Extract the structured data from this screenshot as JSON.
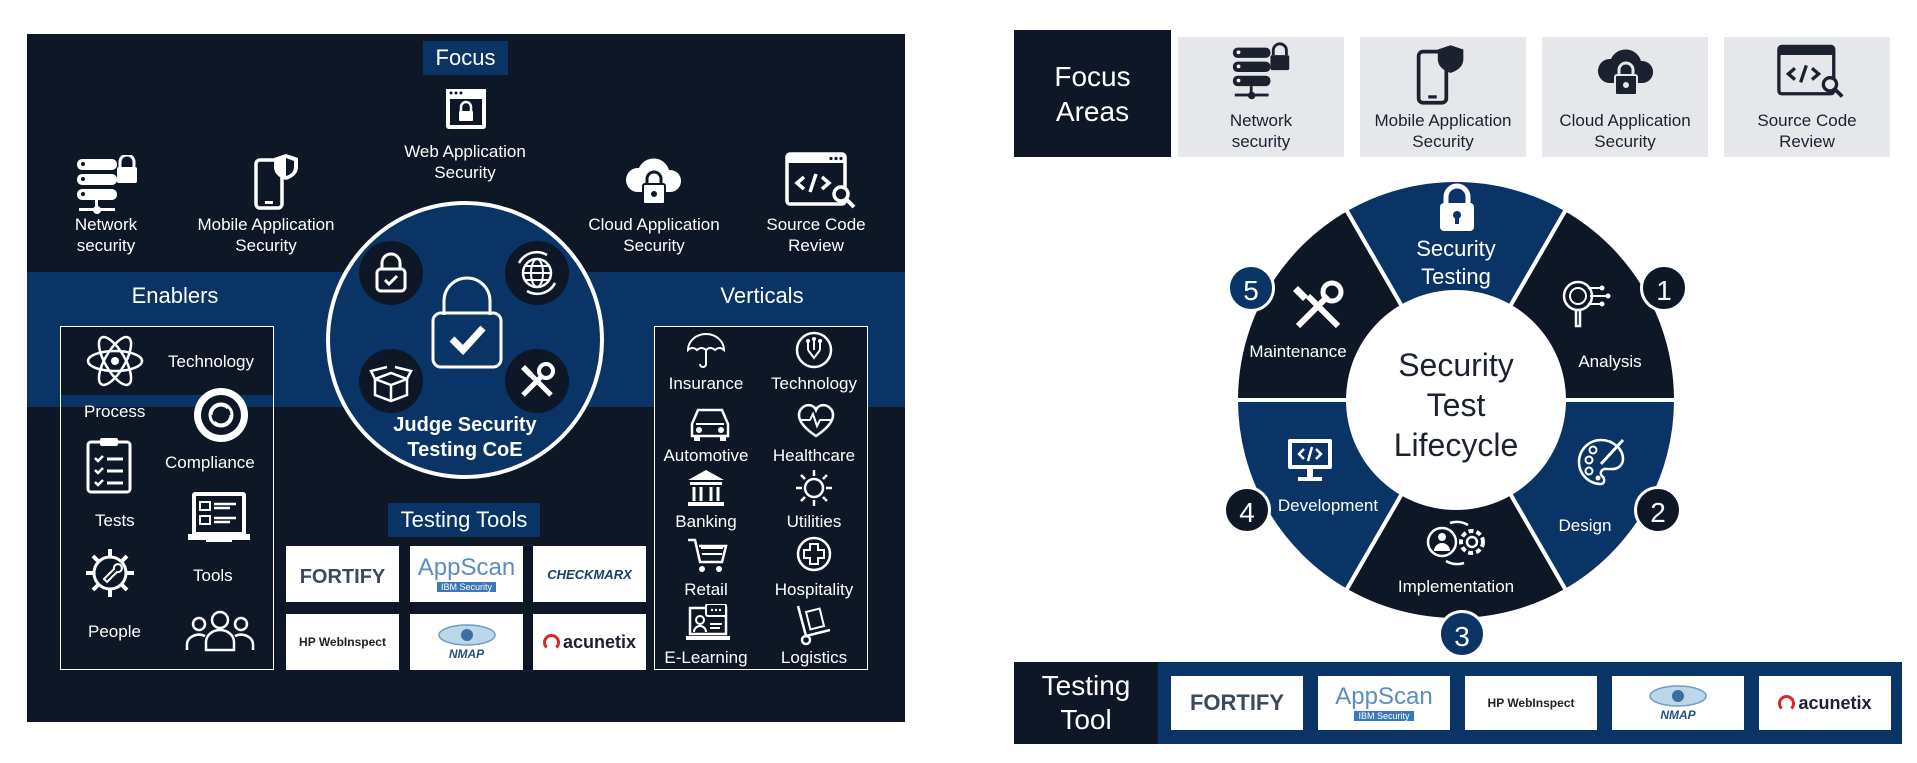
{
  "left": {
    "focus_title": "Focus",
    "web_app": "Web Application\nSecurity",
    "network": "Network\nsecurity",
    "mobile": "Mobile Application\nSecurity",
    "cloud": "Cloud Application\nSecurity",
    "source": "Source Code\nReview",
    "enablers_title": "Enablers",
    "verticals_title": "Verticals",
    "center_title": "Judge Security\nTesting CoE",
    "tools_title": "Testing Tools",
    "enablers": {
      "technology": "Technology",
      "process": "Process",
      "compliance": "Compliance",
      "tests": "Tests",
      "tools": "Tools",
      "people": "People"
    },
    "verticals": [
      "Insurance",
      "Technology",
      "Automotive",
      "Healthcare",
      "Banking",
      "Utilities",
      "Retail",
      "Hospitality",
      "E-Learning",
      "Logistics"
    ]
  },
  "logos": {
    "fortify": "FORTIFY",
    "appscan": "AppScan",
    "ibm_security": "IBM Security",
    "checkmarx": "CHECKMARX",
    "hpwebinspect": "HP WebInspect",
    "nmap": "NMAP",
    "acunetix": "acunetix"
  },
  "right": {
    "focus_areas_title": "Focus\nAreas",
    "areas": [
      "Network\nsecurity",
      "Mobile Application\nSecurity",
      "Cloud Application\nSecurity",
      "Source Code\nReview"
    ],
    "lifecycle_center": "Security\nTest\nLifecycle",
    "phases": {
      "security_testing": "Security\nTesting",
      "analysis": "Analysis",
      "design": "Design",
      "implementation": "Implementation",
      "development": "Development",
      "maintenance": "Maintenance"
    },
    "numbers": [
      "1",
      "2",
      "3",
      "4",
      "5"
    ],
    "testing_tool_title": "Testing\nTool"
  },
  "colors": {
    "navy": "#0e1726",
    "blue": "#0b3466",
    "panel_grey": "#e6e7ea"
  }
}
